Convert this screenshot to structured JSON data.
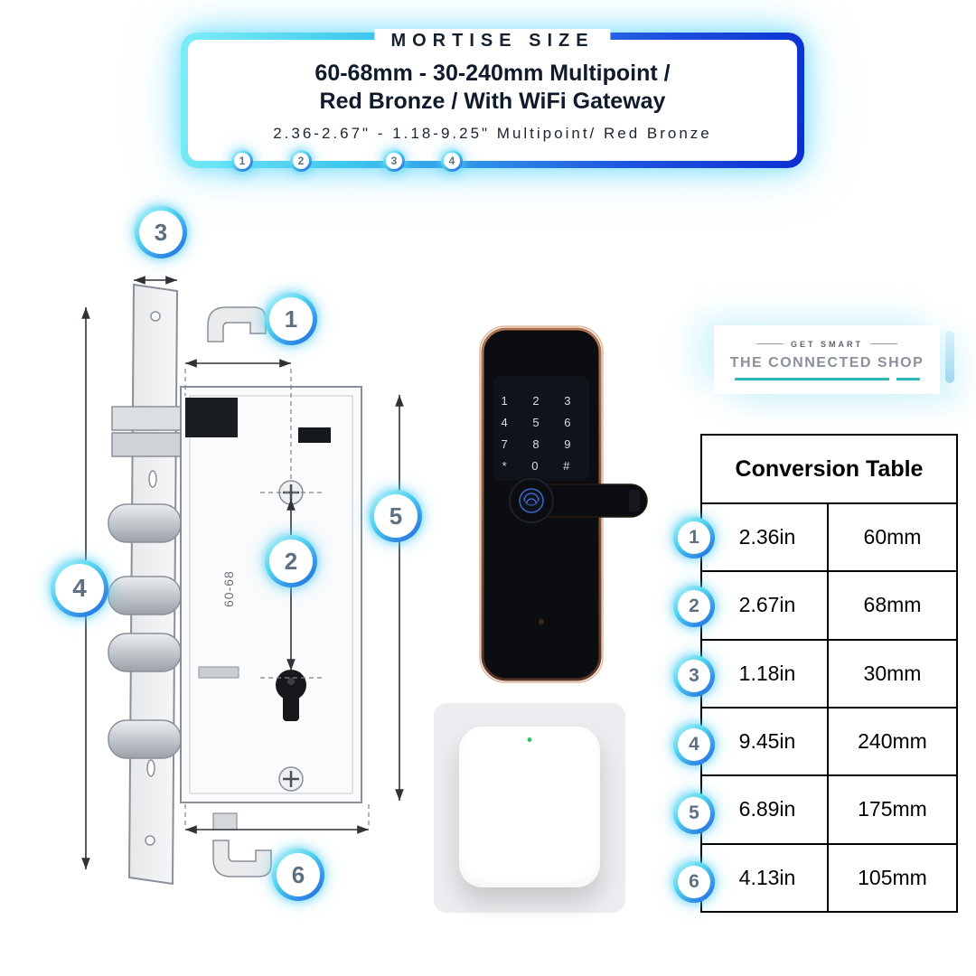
{
  "header": {
    "eyebrow": "MORTISE SIZE",
    "title_line1": "60-68mm - 30-240mm Multipoint /",
    "title_line2": "Red Bronze / With WiFi Gateway",
    "subtitle": "2.36-2.67\" - 1.18-9.25\" Multipoint/ Red Bronze",
    "badges": [
      "1",
      "2",
      "3",
      "4"
    ]
  },
  "diagram": {
    "callouts": [
      "1",
      "2",
      "3",
      "4",
      "5",
      "6"
    ],
    "lock_body_label": "60-68"
  },
  "product": {
    "keypad_row1": "1 2 3",
    "keypad_row2": "4 5 6",
    "keypad_row3": "7 8 9",
    "keypad_row4": "* 0 #"
  },
  "logo": {
    "tagline": "GET SMART",
    "name": "THE CONNECTED SHOP"
  },
  "conversion_table": {
    "title": "Conversion Table",
    "rows": [
      {
        "num": "1",
        "inches": "2.36in",
        "mm": "60mm"
      },
      {
        "num": "2",
        "inches": "2.67in",
        "mm": "68mm"
      },
      {
        "num": "3",
        "inches": "1.18in",
        "mm": "30mm"
      },
      {
        "num": "4",
        "inches": "9.45in",
        "mm": "240mm"
      },
      {
        "num": "5",
        "inches": "6.89in",
        "mm": "175mm"
      },
      {
        "num": "6",
        "inches": "4.13in",
        "mm": "105mm"
      }
    ]
  },
  "colors": {
    "accent_cyan": "#49d6f2",
    "accent_blue": "#1e5be0",
    "logo_teal": "#2fb9b9",
    "bronze": "#8a5a42"
  }
}
